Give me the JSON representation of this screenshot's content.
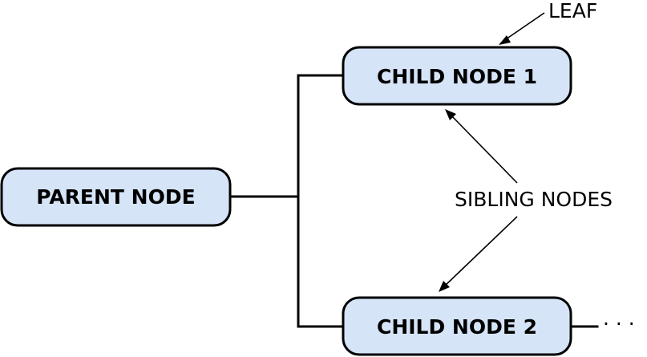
{
  "diagram": {
    "nodes": {
      "parent": "PARENT NODE",
      "child1": "CHILD NODE 1",
      "child2": "CHILD NODE 2"
    },
    "labels": {
      "leaf": "LEAF",
      "siblings": "SIBLING NODES",
      "continuation": "· · ·"
    },
    "colors": {
      "node_fill": "#d6e4f8",
      "stroke": "#000000"
    }
  }
}
